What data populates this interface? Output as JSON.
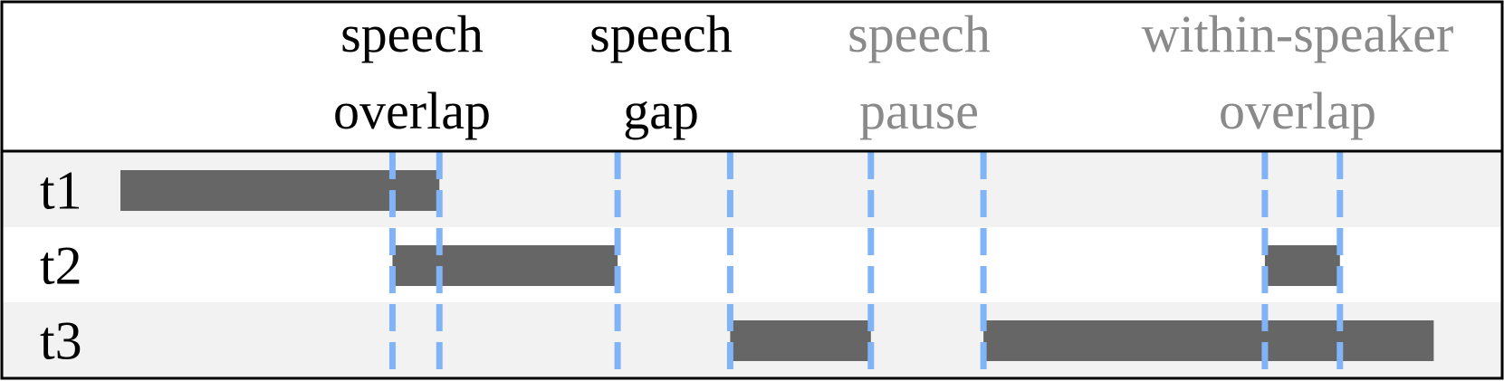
{
  "header": {
    "columns": [
      {
        "lines": [
          "speech",
          "overlap"
        ],
        "style": "primary"
      },
      {
        "lines": [
          "speech",
          "gap"
        ],
        "style": "primary"
      },
      {
        "lines": [
          "speech",
          "pause"
        ],
        "style": "muted"
      },
      {
        "lines": [
          "within-speaker",
          "overlap"
        ],
        "style": "muted"
      }
    ]
  },
  "rows": [
    {
      "label": "t1",
      "shaded": true
    },
    {
      "label": "t2",
      "shaded": false
    },
    {
      "label": "t3",
      "shaded": true
    }
  ],
  "segments": [
    {
      "row": 0,
      "start": 0.0,
      "end": 3.4
    },
    {
      "row": 1,
      "start": 2.9,
      "end": 5.3
    },
    {
      "row": 1,
      "start": 12.2,
      "end": 13.0
    },
    {
      "row": 2,
      "start": 6.5,
      "end": 8.0
    },
    {
      "row": 2,
      "start": 9.2,
      "end": 14.0
    }
  ],
  "markers": [
    2.9,
    3.4,
    5.3,
    6.5,
    8.0,
    9.2,
    12.2,
    13.0
  ],
  "colors": {
    "primary_text": "#000000",
    "muted_text": "#8a8a8a",
    "segment": "#666666",
    "marker": "#80b4f7",
    "row_shade": "#f2f2f2",
    "frame": "#000000"
  }
}
